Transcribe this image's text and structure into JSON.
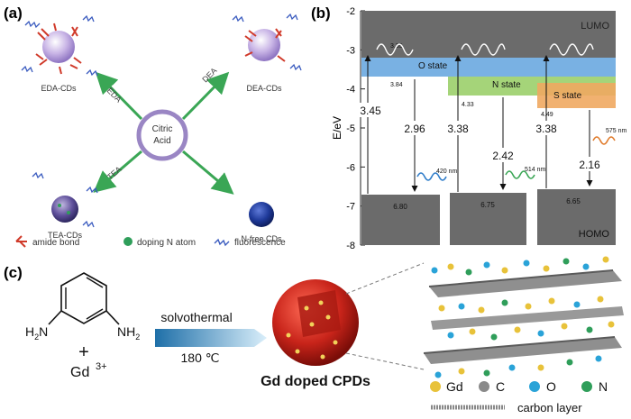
{
  "panel_a": {
    "label": "(a)",
    "center_line1": "Citric",
    "center_line2": "Acid",
    "branches": [
      {
        "reagent": "EDA",
        "product": "EDA-CDs"
      },
      {
        "reagent": "DEA",
        "product": "DEA-CDs"
      },
      {
        "reagent": "TEA",
        "product": "TEA-CDs"
      },
      {
        "reagent": "",
        "product": "N-free CDs"
      }
    ],
    "legend": {
      "amide": "amide bond",
      "doping": "doping N atom",
      "fluor": "fluorescence"
    },
    "colors": {
      "arrow": "#3aa655",
      "ring": "#9a86c4",
      "amide": "#d03a2a",
      "fluor": "#3a5bbf"
    }
  },
  "panel_b": {
    "label": "(b)",
    "ylabel": "E/eV",
    "ylim": [
      -8,
      -2
    ],
    "yticks": [
      "-2",
      "-3",
      "-4",
      "-5",
      "-6",
      "-7",
      "-8"
    ],
    "lumo_label": "LUMO",
    "homo_label": "HOMO",
    "states": [
      {
        "name": "O state",
        "top": "3.35",
        "bottom": "3.84",
        "color": "#6aa8e0"
      },
      {
        "name": "N state",
        "bottom": "4.33",
        "color": "#9bcf6a"
      },
      {
        "name": "S state",
        "bottom": "4.49",
        "color": "#f0a860"
      }
    ],
    "columns": [
      {
        "up": "3.45",
        "down": "2.96",
        "emission": "420 nm",
        "homo": "6.80",
        "wave_color": "#2e7cc9"
      },
      {
        "up": "3.38",
        "down": "2.42",
        "emission": "514 nm",
        "homo": "6.75",
        "wave_color": "#3aa655"
      },
      {
        "up": "3.38",
        "down": "2.16",
        "emission": "575 nm",
        "homo": "6.65",
        "wave_color": "#e07a2a"
      }
    ],
    "colors": {
      "band": "#6b6b6b"
    }
  },
  "panel_c": {
    "label": "(c)",
    "amine_left": "H",
    "amine_right": "NH",
    "plus": "+",
    "ion": "Gd",
    "ion_charge": "3+",
    "arrow_top": "solvothermal",
    "arrow_bottom": "180 ℃",
    "product": "Gd doped CPDs",
    "legend": [
      {
        "symbol": "Gd",
        "color": "#e8c23a"
      },
      {
        "symbol": "C",
        "color": "#8a8a8a"
      },
      {
        "symbol": "O",
        "color": "#2aa3d8"
      },
      {
        "symbol": "N",
        "color": "#2f9e5a"
      }
    ],
    "carbon_layer": "carbon layer"
  }
}
